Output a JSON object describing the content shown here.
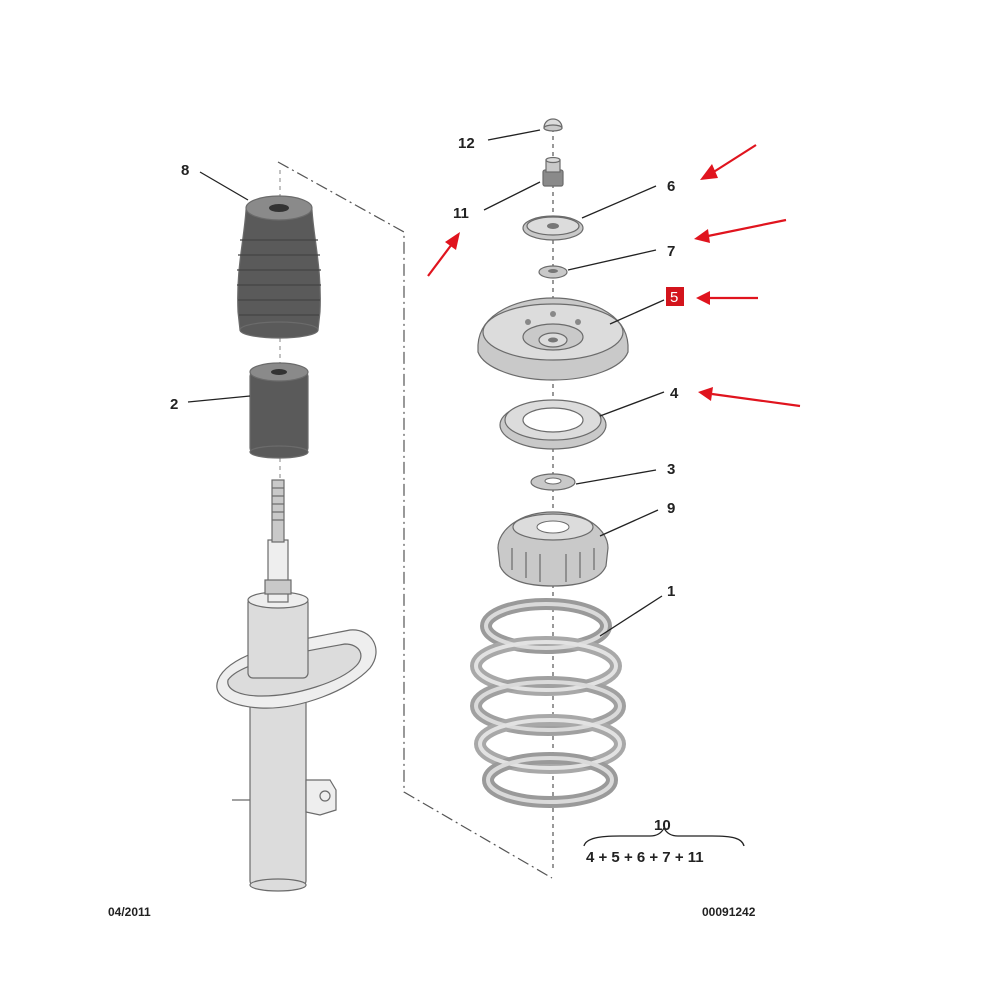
{
  "callouts": {
    "part_1": "1",
    "part_2": "2",
    "part_3": "3",
    "part_4": "4",
    "part_5": "5",
    "part_6": "6",
    "part_7": "7",
    "part_8": "8",
    "part_9": "9",
    "part_10": "10",
    "part_11": "11",
    "part_12": "12"
  },
  "kit_formula": "4 + 5 + 6 + 7 + 11",
  "footer": {
    "date": "04/2011",
    "reference": "00091242"
  },
  "colors": {
    "highlight_arrow": "#e0141e",
    "part_5_badge": "#d3141c",
    "part_grey": "#c9c9c9"
  }
}
